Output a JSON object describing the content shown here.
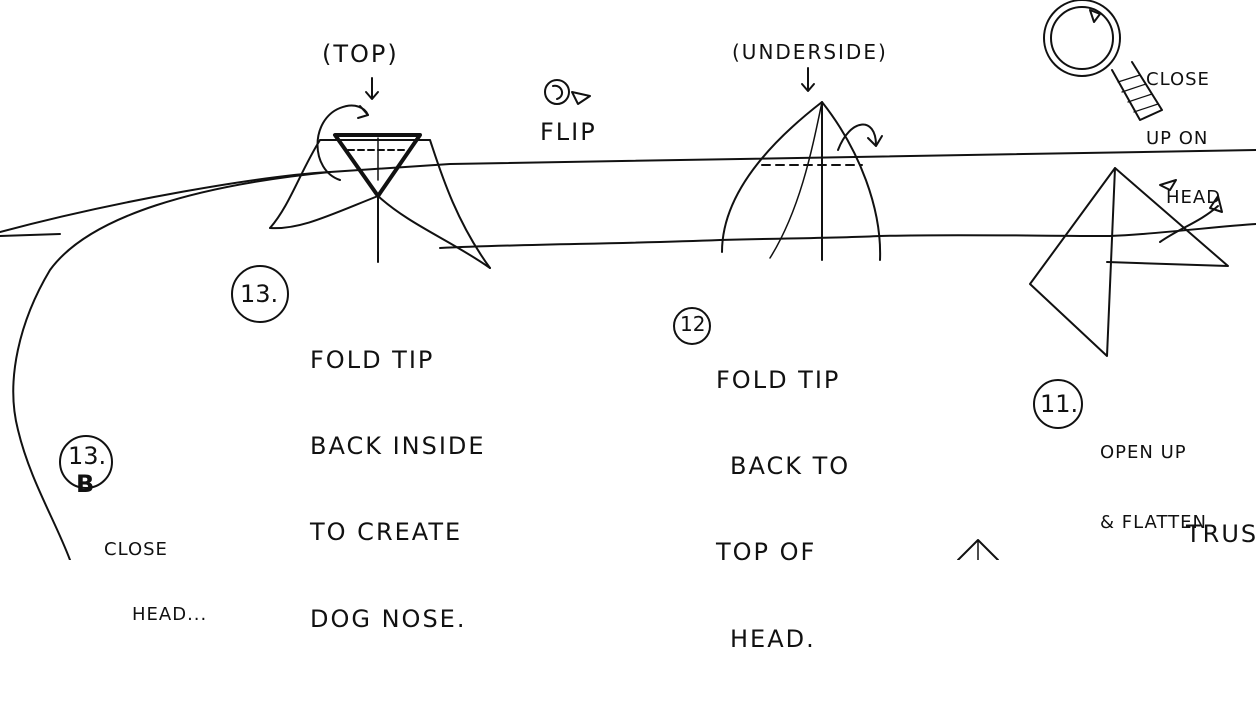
{
  "steps": [
    {
      "number": "13.",
      "lines": [
        "FOLD TIP",
        "BACK INSIDE",
        "TO CREATE",
        "DOG NOSE."
      ]
    },
    {
      "number": "12",
      "lines": [
        "FOLD TIP",
        "BACK TO",
        "TOP OF",
        "HEAD."
      ]
    },
    {
      "number": "11.",
      "lines": [
        "OPEN UP",
        "& FLATTEN"
      ]
    },
    {
      "number": "13.",
      "sub": "B",
      "lines": [
        "CLOSE",
        "HEAD..."
      ]
    }
  ],
  "labels": {
    "top": "(TOP)",
    "underside": "(UNDERSIDE)",
    "flip": "FLIP",
    "close_up": [
      "CLOSE",
      "UP ON",
      "HEAD"
    ],
    "trust": "TRUS"
  },
  "icons": [
    "flip-arrow-icon",
    "magnifier-icon",
    "fold-arrow-icon"
  ],
  "colors": {
    "ink": "#111111",
    "paper": "#ffffff"
  }
}
